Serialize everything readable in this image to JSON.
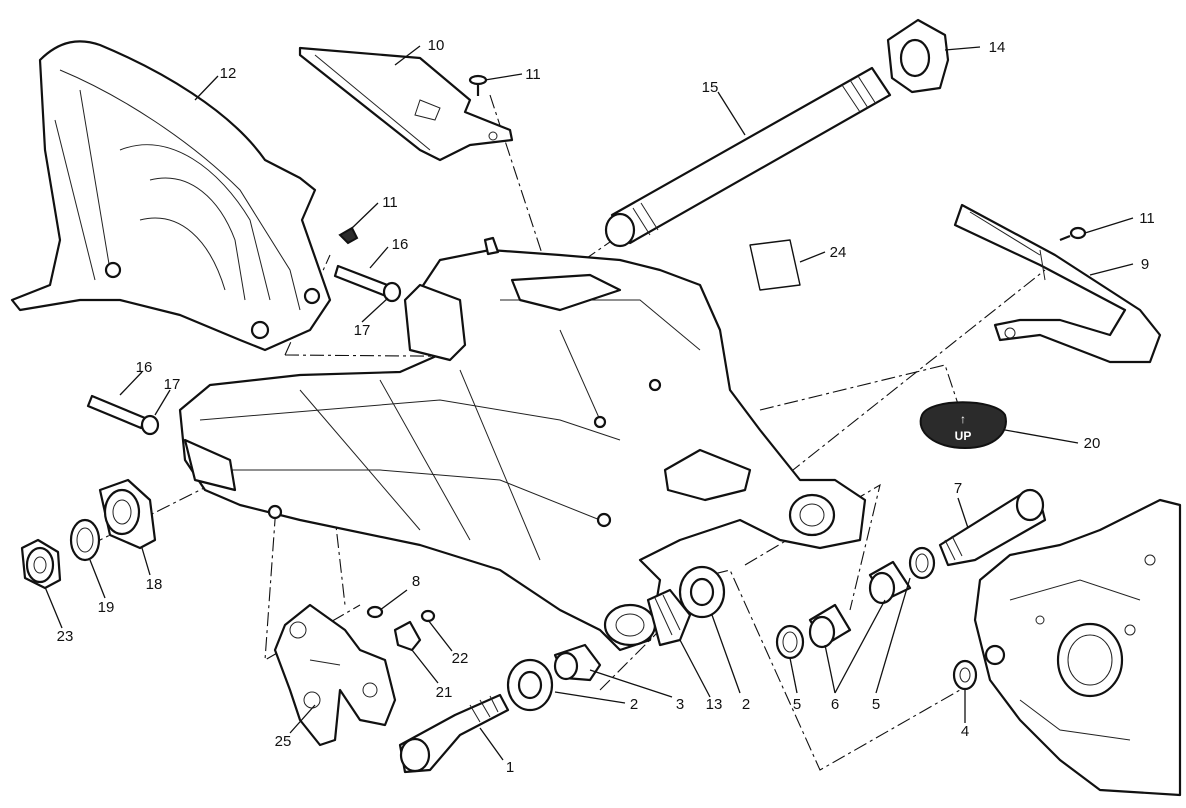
{
  "diagram": {
    "callouts": [
      {
        "id": "c1",
        "text": "1"
      },
      {
        "id": "c2a",
        "text": "2"
      },
      {
        "id": "c2b",
        "text": "2"
      },
      {
        "id": "c3",
        "text": "3"
      },
      {
        "id": "c4",
        "text": "4"
      },
      {
        "id": "c5a",
        "text": "5"
      },
      {
        "id": "c5b",
        "text": "5"
      },
      {
        "id": "c6",
        "text": "6"
      },
      {
        "id": "c7",
        "text": "7"
      },
      {
        "id": "c8",
        "text": "8"
      },
      {
        "id": "c9",
        "text": "9"
      },
      {
        "id": "c10",
        "text": "10"
      },
      {
        "id": "c11a",
        "text": "11"
      },
      {
        "id": "c11b",
        "text": "11"
      },
      {
        "id": "c11c",
        "text": "11"
      },
      {
        "id": "c12",
        "text": "12"
      },
      {
        "id": "c13",
        "text": "13"
      },
      {
        "id": "c14",
        "text": "14"
      },
      {
        "id": "c15",
        "text": "15"
      },
      {
        "id": "c16a",
        "text": "16"
      },
      {
        "id": "c16b",
        "text": "16"
      },
      {
        "id": "c17a",
        "text": "17"
      },
      {
        "id": "c17b",
        "text": "17"
      },
      {
        "id": "c18",
        "text": "18"
      },
      {
        "id": "c19",
        "text": "19"
      },
      {
        "id": "c20",
        "text": "20"
      },
      {
        "id": "c21",
        "text": "21"
      },
      {
        "id": "c22",
        "text": "22"
      },
      {
        "id": "c23",
        "text": "23"
      },
      {
        "id": "c24",
        "text": "24"
      },
      {
        "id": "c25",
        "text": "25"
      }
    ],
    "grommet_marking": {
      "arrow": "↑",
      "text": "UP"
    },
    "colors": {
      "line": "#111111",
      "background": "#ffffff",
      "grommet": "#2b2b2b"
    }
  }
}
